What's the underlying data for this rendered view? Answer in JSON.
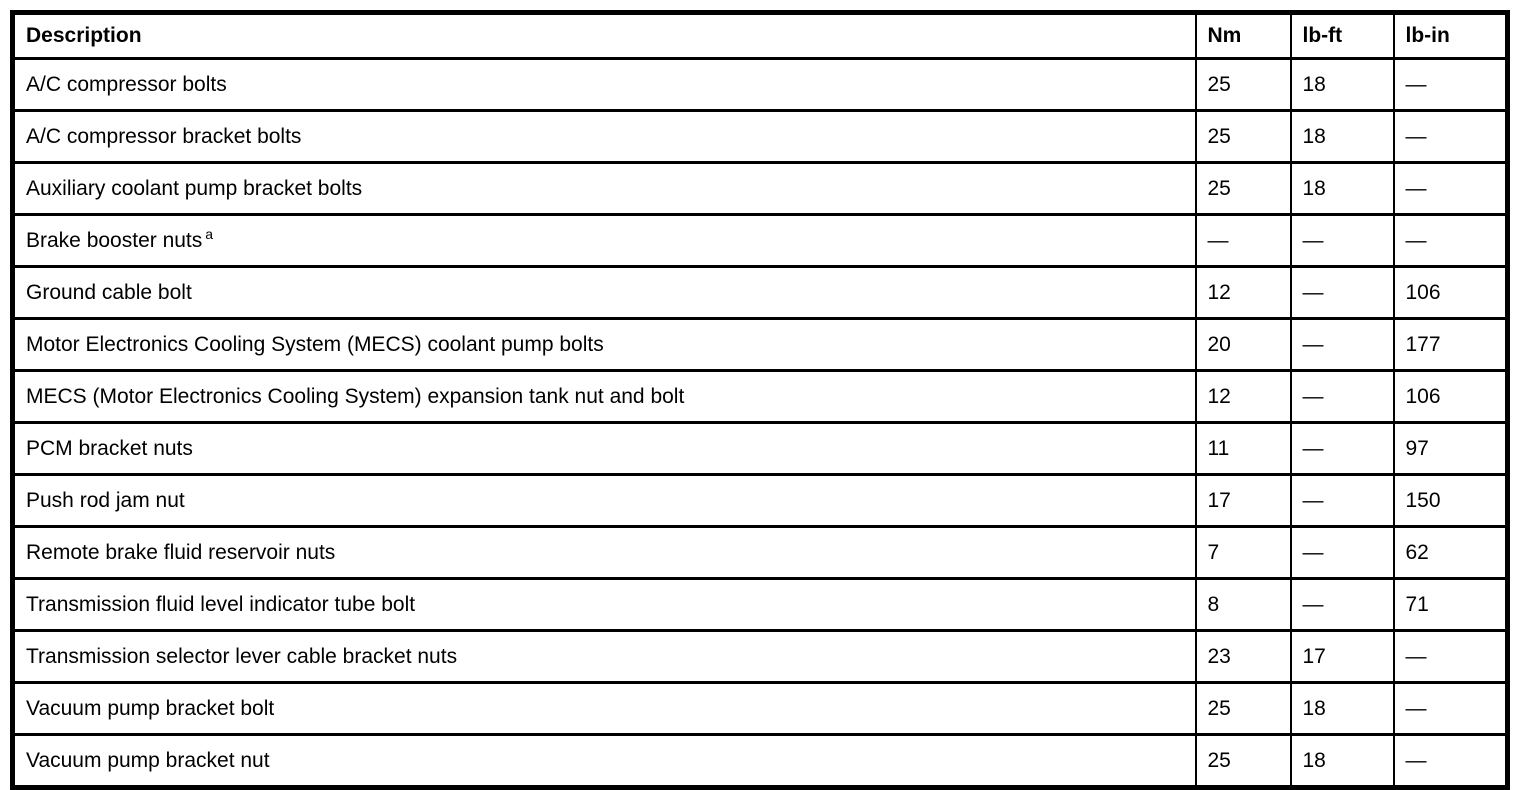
{
  "table": {
    "columns": [
      {
        "label": "Description"
      },
      {
        "label": "Nm"
      },
      {
        "label": "lb-ft"
      },
      {
        "label": "lb-in"
      }
    ],
    "rows": [
      {
        "description": "A/C compressor bolts",
        "nm": "25",
        "lbft": "18",
        "lbin": "—"
      },
      {
        "description": "A/C compressor bracket bolts",
        "nm": "25",
        "lbft": "18",
        "lbin": "—"
      },
      {
        "description": "Auxiliary coolant pump bracket bolts",
        "nm": "25",
        "lbft": "18",
        "lbin": "—"
      },
      {
        "description": "Brake booster nuts",
        "note": "a",
        "nm": "—",
        "lbft": "—",
        "lbin": "—"
      },
      {
        "description": "Ground cable bolt",
        "nm": "12",
        "lbft": "—",
        "lbin": "106"
      },
      {
        "description": "Motor Electronics Cooling System (MECS) coolant pump bolts",
        "nm": "20",
        "lbft": "—",
        "lbin": "177"
      },
      {
        "description": "MECS (Motor Electronics Cooling System) expansion tank nut and bolt",
        "nm": "12",
        "lbft": "—",
        "lbin": "106"
      },
      {
        "description": "PCM bracket nuts",
        "nm": "11",
        "lbft": "—",
        "lbin": "97"
      },
      {
        "description": "Push rod jam nut",
        "nm": "17",
        "lbft": "—",
        "lbin": "150"
      },
      {
        "description": "Remote brake fluid reservoir nuts",
        "nm": "7",
        "lbft": "—",
        "lbin": "62"
      },
      {
        "description": "Transmission fluid level indicator tube bolt",
        "nm": "8",
        "lbft": "—",
        "lbin": "71"
      },
      {
        "description": "Transmission selector lever cable bracket nuts",
        "nm": "23",
        "lbft": "17",
        "lbin": "—"
      },
      {
        "description": "Vacuum pump bracket bolt",
        "nm": "25",
        "lbft": "18",
        "lbin": "—"
      },
      {
        "description": "Vacuum pump bracket nut",
        "nm": "25",
        "lbft": "18",
        "lbin": "—"
      }
    ]
  }
}
